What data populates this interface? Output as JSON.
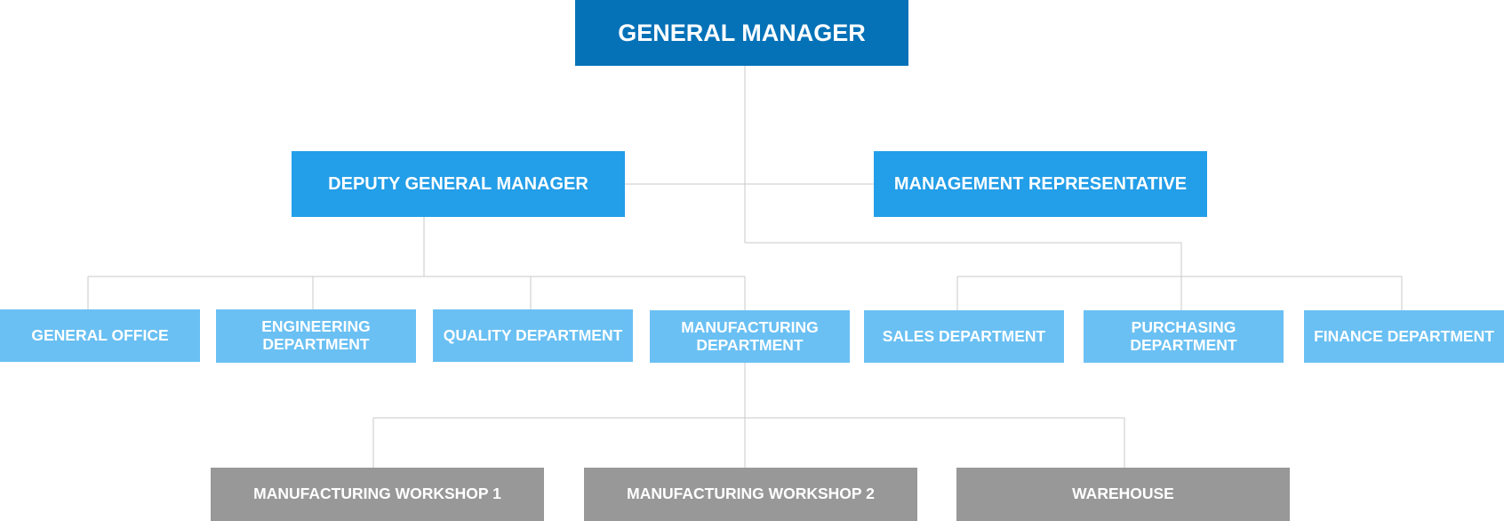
{
  "colors": {
    "level_0": "#0572b8",
    "level_1": "#239ee8",
    "level_2": "#6ac0f3",
    "level_3": "#989898",
    "connector": "#c8c8c8",
    "text": "#ffffff"
  },
  "org_chart": {
    "general_manager": "GENERAL MANAGER",
    "deputy_general_manager": "DEPUTY GENERAL MANAGER",
    "management_representative": "MANAGEMENT REPRESENTATIVE",
    "departments": {
      "general_office": "GENERAL OFFICE",
      "engineering": "ENGINEERING DEPARTMENT",
      "quality": "QUALITY DEPARTMENT",
      "manufacturing": "MANUFACTURING DEPARTMENT",
      "sales": "SALES DEPARTMENT",
      "purchasing": "PURCHASING DEPARTMENT",
      "finance": "FINANCE DEPARTMENT"
    },
    "units": {
      "workshop_1": "MANUFACTURING WORKSHOP 1",
      "workshop_2": "MANUFACTURING WORKSHOP 2",
      "warehouse": "WAREHOUSE"
    }
  }
}
